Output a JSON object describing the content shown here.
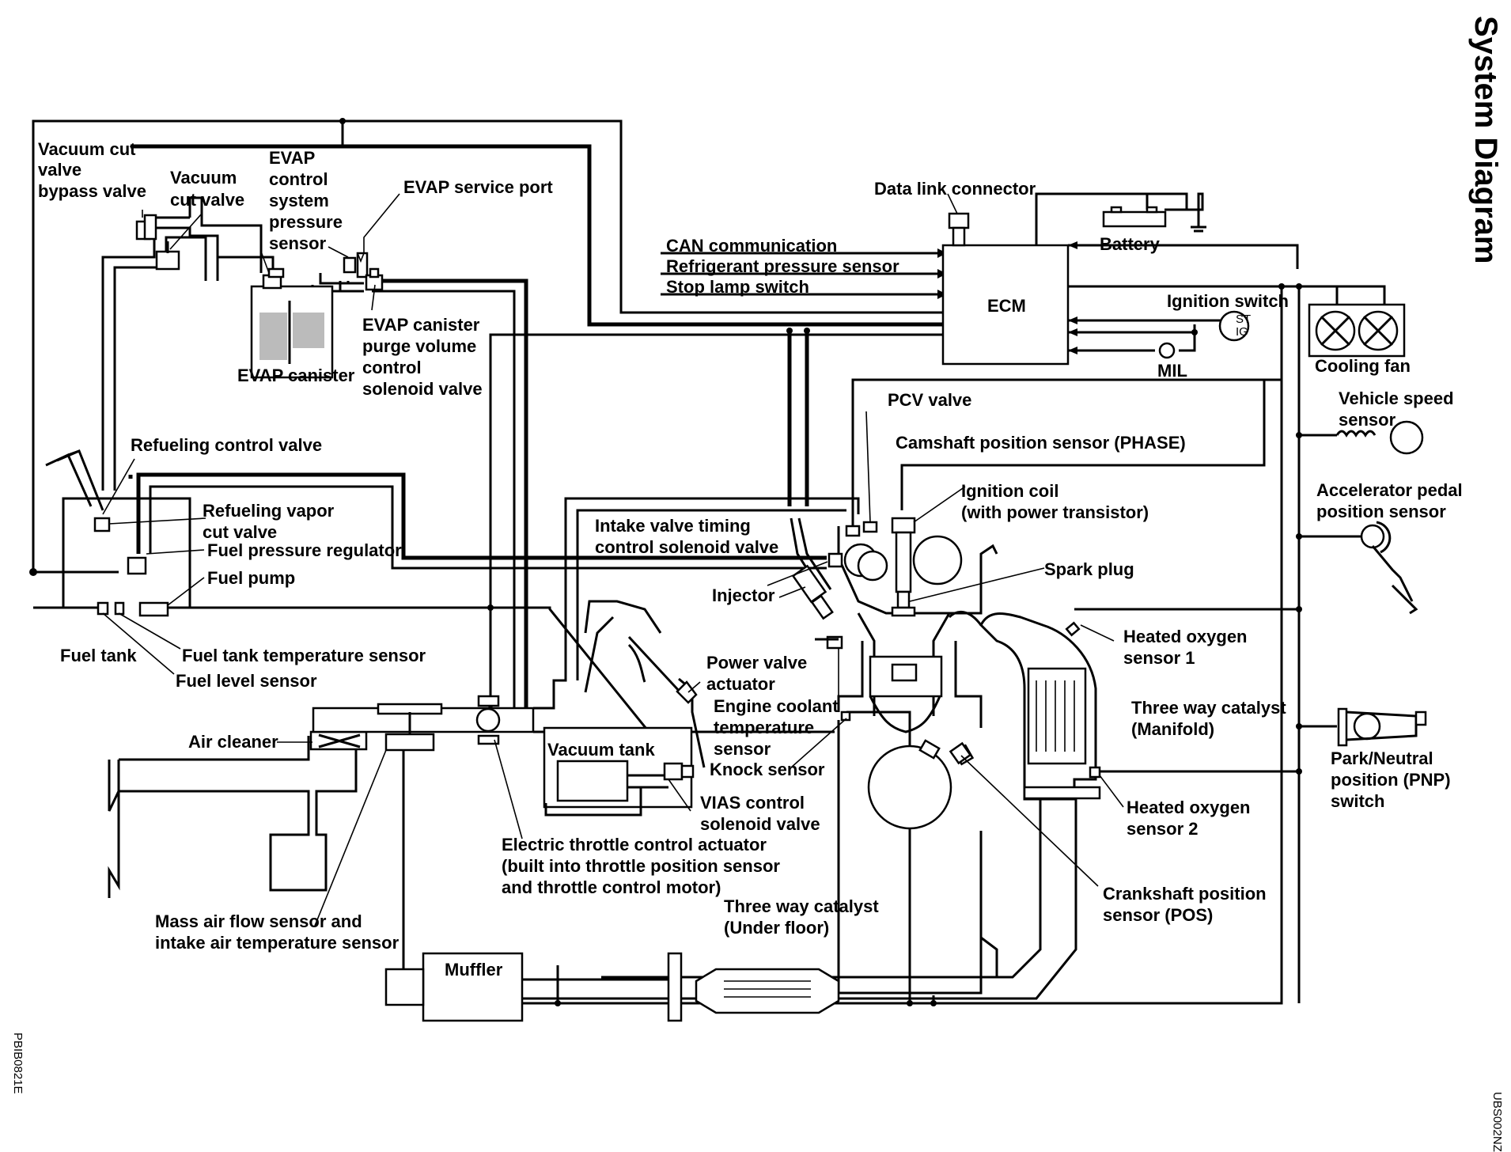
{
  "title": "System Diagram",
  "codes": {
    "left": "PBIB0821E",
    "right": "UBS002NZ"
  },
  "labels": {
    "vacuum_cut_valve_bypass_valve": [
      "Vacuum cut",
      "valve",
      "bypass valve"
    ],
    "vacuum_cut_valve": [
      "Vacuum",
      "cut valve"
    ],
    "evap_control_system_pressure_sensor": [
      "EVAP",
      "control",
      "system",
      "pressure",
      "sensor"
    ],
    "evap_service_port": "EVAP service port",
    "evap_canister": "EVAP canister",
    "evap_canister_purge_valve": [
      "EVAP canister",
      "purge volume",
      "control",
      "solenoid valve"
    ],
    "data_link_connector": "Data link connector",
    "battery": "Battery",
    "can_communication": "CAN communication",
    "refrigerant_pressure_sensor": "Refrigerant pressure sensor",
    "stop_lamp_switch": "Stop lamp switch",
    "ecm": "ECM",
    "ignition_switch": "Ignition switch",
    "ign_st": "ST",
    "ign_ig": "IG",
    "mil": "MIL",
    "cooling_fan": "Cooling fan",
    "pcv_valve": "PCV valve",
    "vehicle_speed_sensor": [
      "Vehicle speed",
      "sensor"
    ],
    "camshaft_position_sensor": "Camshaft position sensor (PHASE)",
    "refueling_control_valve": "Refueling control valve",
    "ignition_coil": [
      "Ignition coil",
      "(with power transistor)"
    ],
    "accelerator_pedal_position_sensor": [
      "Accelerator pedal",
      "position sensor"
    ],
    "refueling_vapor_cut_valve": [
      "Refueling vapor",
      "cut valve"
    ],
    "intake_valve_timing": [
      "Intake valve timing",
      "control solenoid valve"
    ],
    "fuel_pressure_regulator": "Fuel pressure regulator",
    "spark_plug": "Spark plug",
    "fuel_pump": "Fuel pump",
    "injector": "Injector",
    "heated_oxygen_sensor_1": [
      "Heated oxygen",
      "sensor 1"
    ],
    "fuel_tank": "Fuel tank",
    "fuel_tank_temperature_sensor": "Fuel tank temperature sensor",
    "power_valve_actuator": [
      "Power valve",
      "actuator"
    ],
    "fuel_level_sensor": "Fuel level sensor",
    "engine_coolant_temperature_sensor": [
      "Engine coolant",
      "temperature",
      "sensor"
    ],
    "three_way_catalyst_manifold": [
      "Three way catalyst",
      "(Manifold)"
    ],
    "air_cleaner": "Air cleaner",
    "vacuum_tank": "Vacuum tank",
    "park_neutral_switch": [
      "Park/Neutral",
      "position (PNP)",
      "switch"
    ],
    "knock_sensor": "Knock sensor",
    "vias_control_solenoid_valve": [
      "VIAS control",
      "solenoid valve"
    ],
    "heated_oxygen_sensor_2": [
      "Heated oxygen",
      "sensor 2"
    ],
    "electric_throttle_control_actuator": [
      "Electric throttle control actuator",
      "(built into throttle position sensor",
      "and throttle control motor)"
    ],
    "crankshaft_position_sensor": [
      "Crankshaft position",
      "sensor (POS)"
    ],
    "mass_air_flow_sensor": [
      "Mass air flow sensor and",
      "intake air temperature sensor"
    ],
    "three_way_catalyst_under_floor": [
      "Three way catalyst",
      "(Under floor)"
    ],
    "muffler": "Muffler"
  }
}
